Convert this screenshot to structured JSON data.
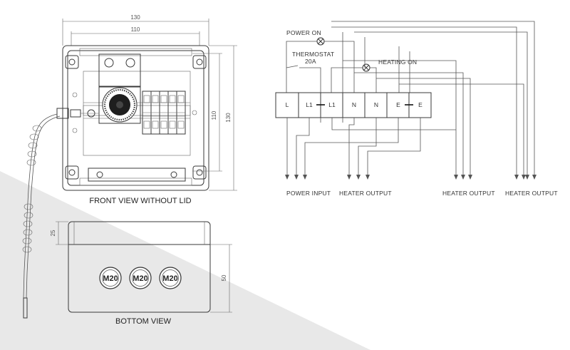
{
  "front_view": {
    "caption": "FRONT VIEW WITHOUT LID",
    "dim_outer_width": "130",
    "dim_inner_width": "110",
    "dim_inner_height": "110",
    "dim_outer_height": "130"
  },
  "bottom_view": {
    "caption": "BOTTOM VIEW",
    "dim_lid_height": "25",
    "dim_depth": "50",
    "glands": [
      "M20",
      "M20",
      "M20"
    ]
  },
  "schematic": {
    "power_on": "POWER ON",
    "thermostat": "THERMOSTAT",
    "thermostat_rating": "20A",
    "heating_on": "HEATING ON",
    "terminals": [
      "L",
      "L1",
      "L1",
      "N",
      "N",
      "E",
      "E"
    ],
    "power_input": "POWER INPUT",
    "heater_output_1": "HEATER OUTPUT",
    "heater_output_2": "HEATER OUTPUT",
    "heater_output_3": "HEATER OUTPUT"
  },
  "colors": {
    "background": "#ffffff",
    "shade": "#e6e6e6",
    "line": "#3a3a3a"
  }
}
